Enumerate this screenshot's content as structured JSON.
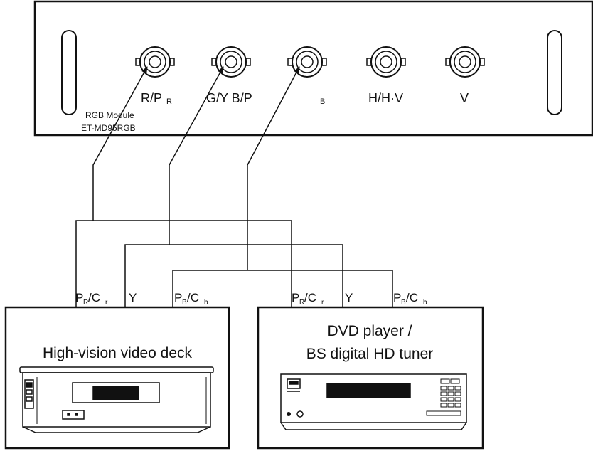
{
  "module_panel": {
    "terminals": {
      "rpr_main": "R/P",
      "rpr_sub": "R",
      "gyb": "G/Y B/P",
      "b_sub": "B",
      "hhv": "H/H·V",
      "v": "V"
    },
    "module_name": "RGB Module",
    "module_model": "ET-MD95RGB"
  },
  "device_left": {
    "title": "High-vision video deck",
    "inputs": {
      "pr_p": "P",
      "pr_sub": "R",
      "pr_c": "/C",
      "pr_csub": "r",
      "y": "Y",
      "pb_p": "P",
      "pb_sub": "B",
      "pb_c": "/C",
      "pb_csub": "b"
    }
  },
  "device_right": {
    "title_line1": "DVD player /",
    "title_line2": "BS digital HD tuner",
    "inputs": {
      "pr_p": "P",
      "pr_sub": "R",
      "pr_c": "/C",
      "pr_csub": "r",
      "y": "Y",
      "pb_p": "P",
      "pb_sub": "B",
      "pb_c": "/C",
      "pb_csub": "b"
    }
  }
}
